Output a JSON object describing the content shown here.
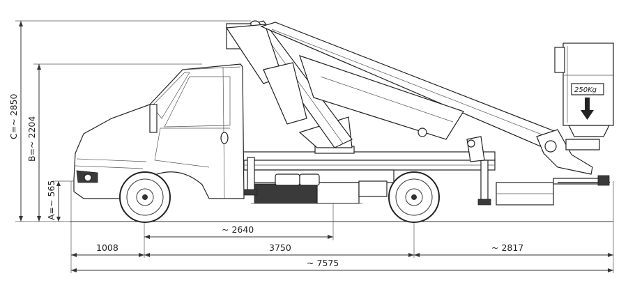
{
  "dimensions": {
    "height_c": "C=~ 2850",
    "height_b": "B=~ 2204",
    "height_a": "A=~ 565",
    "wheel_to_turret": "~ 2640",
    "front_overhang": "1008",
    "wheelbase": "3750",
    "rear_overhang": "~ 2817",
    "total_length": "~ 7575"
  },
  "basket": {
    "capacity_label": "250Kg"
  }
}
